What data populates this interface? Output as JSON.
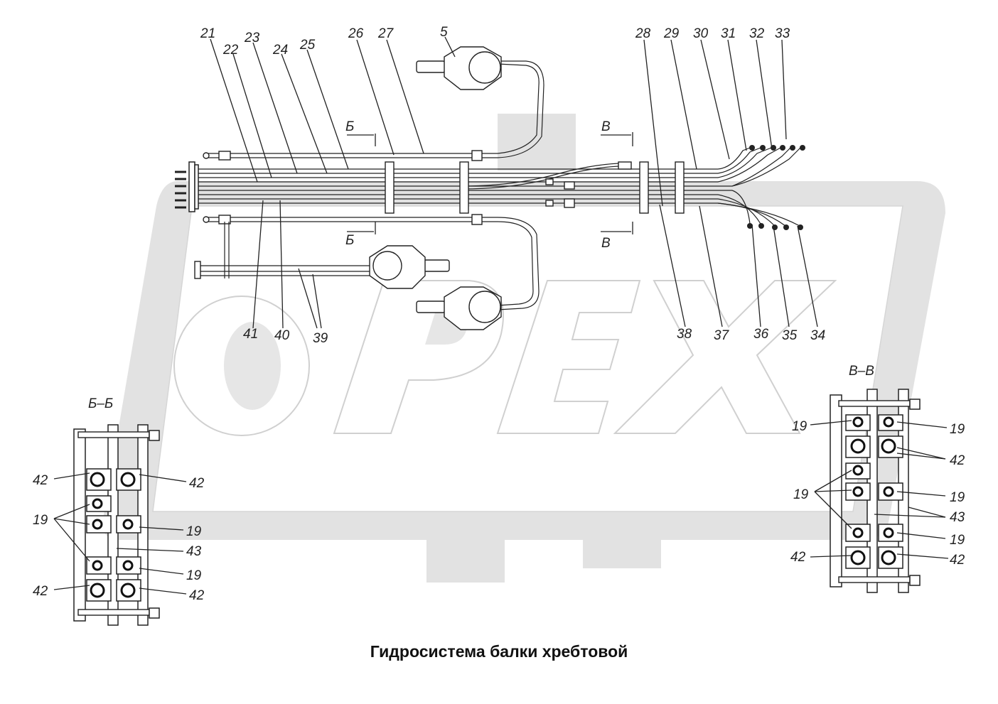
{
  "caption": "Гидросистема балки хребтовой",
  "watermark": {
    "text": "OPEX",
    "color": "#e2e2e2"
  },
  "section_labels": {
    "b": "Б",
    "v": "В",
    "bb": "Б–Б",
    "vv": "В–В"
  },
  "callouts_top": [
    "21",
    "22",
    "23",
    "24",
    "25",
    "26",
    "27",
    "5",
    "28",
    "29",
    "30",
    "31",
    "32",
    "33"
  ],
  "callouts_bottom": [
    "41",
    "40",
    "39",
    "38",
    "37",
    "36",
    "35",
    "34"
  ],
  "section_bb_callouts": {
    "left": [
      "42",
      "19",
      "42"
    ],
    "right": [
      "42",
      "19",
      "43",
      "19",
      "42"
    ]
  },
  "section_vv_callouts": {
    "left": [
      "19",
      "19",
      "42"
    ],
    "right": [
      "19",
      "42",
      "19",
      "43",
      "19",
      "42"
    ]
  }
}
